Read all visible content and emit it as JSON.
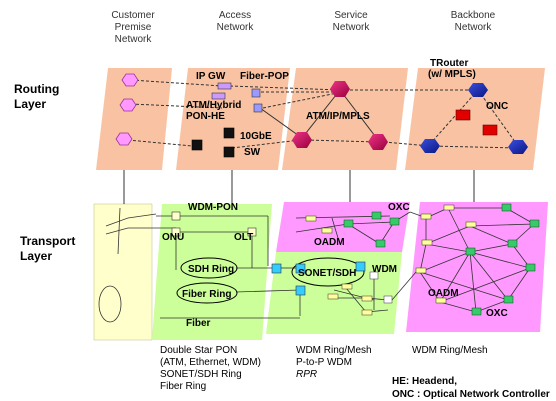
{
  "columns": {
    "customer": [
      "Customer",
      "Premise",
      "Network"
    ],
    "access": [
      "Access",
      "Network"
    ],
    "service": [
      "Service",
      "Network"
    ],
    "backbone": [
      "Backbone",
      "Network"
    ]
  },
  "layers": {
    "routing": [
      "Routing",
      "Layer"
    ],
    "transport": [
      "Transport",
      "Layer"
    ]
  },
  "routing_labels": {
    "ip_gw": "IP GW",
    "fiber_pop": "Fiber-POP",
    "atm_hybrid": "ATM/Hybrid",
    "pon_he": "PON-HE",
    "gbe": "10GbE",
    "sw": "SW",
    "atm_ip_mpls": "ATM/IP/MPLS",
    "trouter": "TRouter",
    "w_mpls": "(w/ MPLS)",
    "onc": "ONC"
  },
  "transport_labels": {
    "wdm_pon": "WDM-PON",
    "onu": "ONU",
    "olt": "OLT",
    "sdh_ring": "SDH Ring",
    "fiber_ring": "Fiber Ring",
    "fiber": "Fiber",
    "sonet_sdh": "SONET/SDH",
    "wdm": "WDM",
    "oadm_service": "OADM",
    "oxc_service": "OXC",
    "oadm_backbone": "OADM",
    "oxc_backbone": "OXC"
  },
  "captions": {
    "access": [
      "Double Star PON",
      "(ATM, Ethernet, WDM)",
      "SONET/SDH Ring",
      "Fiber Ring"
    ],
    "service": [
      "WDM Ring/Mesh",
      "P-to-P WDM"
    ],
    "service_italic": "RPR",
    "backbone": "WDM Ring/Mesh"
  },
  "legend": {
    "he": "HE: Headend,",
    "onc": "ONC : Optical Network Controller"
  },
  "colors": {
    "routing_plane": "#f9c3a3",
    "customer_plane": "#ffffcc",
    "access_plane": "#ccff99",
    "optical_plane": "#ff99ff",
    "router_node": "#cc0066",
    "customer_node": "#ff99ff",
    "trouter_node": "#1a2bb0",
    "onc_box": "#e00000",
    "small_box": "#9999ff",
    "cyan_box": "#33ccff",
    "green_node": "#33cc66",
    "yellow_node": "#ffff99"
  }
}
